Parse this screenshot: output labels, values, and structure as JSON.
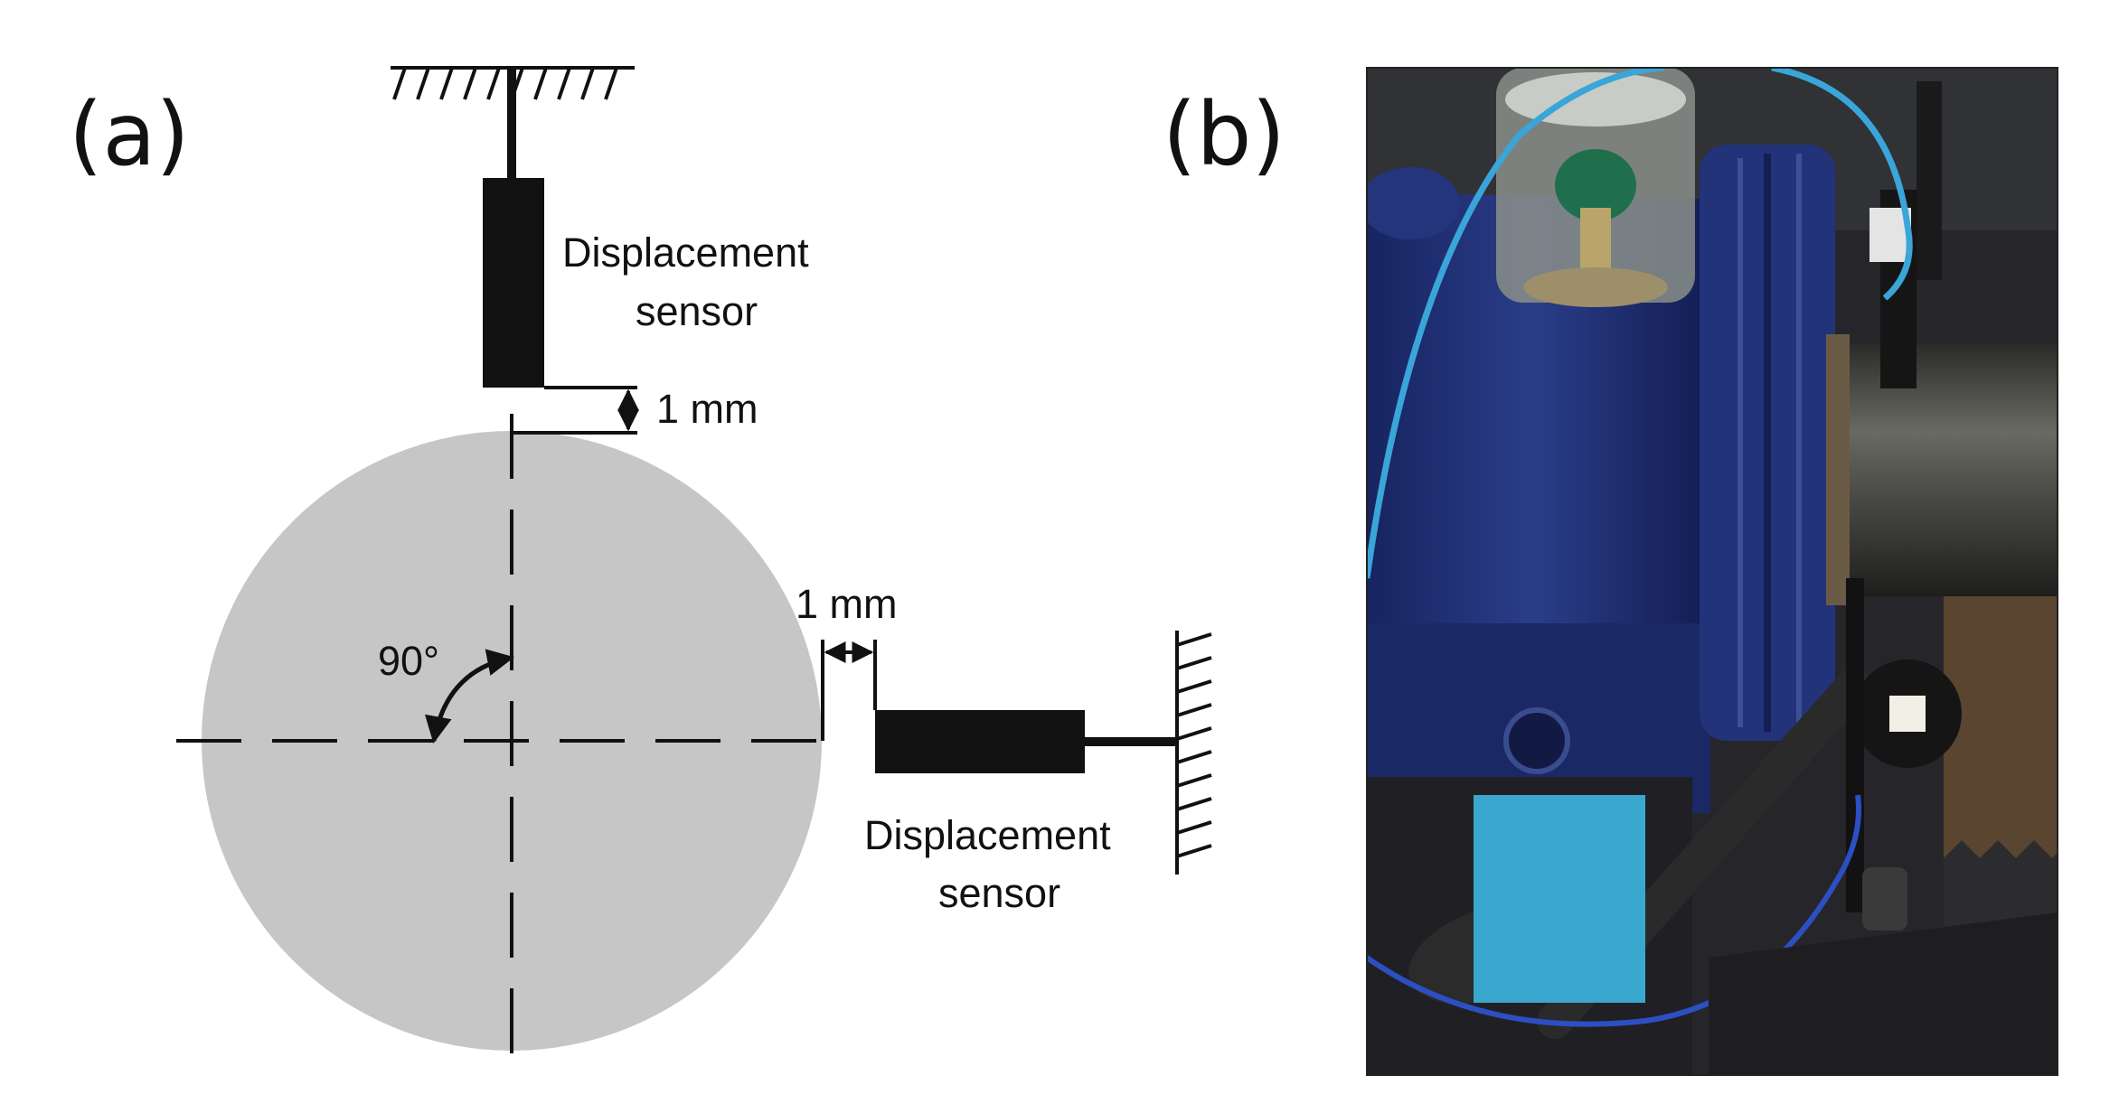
{
  "panels": {
    "a": {
      "label": "(a)"
    },
    "b": {
      "label": "(b)"
    }
  },
  "diagram": {
    "angle_label": "90°",
    "top_sensor": {
      "line1": "Displacement",
      "line2": "sensor",
      "gap_label": "1 mm"
    },
    "side_sensor": {
      "line1": "Displacement",
      "line2": "sensor",
      "gap_label": "1 mm"
    }
  },
  "colors": {
    "disk_fill": "#c6c6c6",
    "ink": "#111111",
    "machine_blue": "#1c2c6e",
    "cable_blue": "#3aa5d8",
    "steel": "#3f3f3c"
  }
}
